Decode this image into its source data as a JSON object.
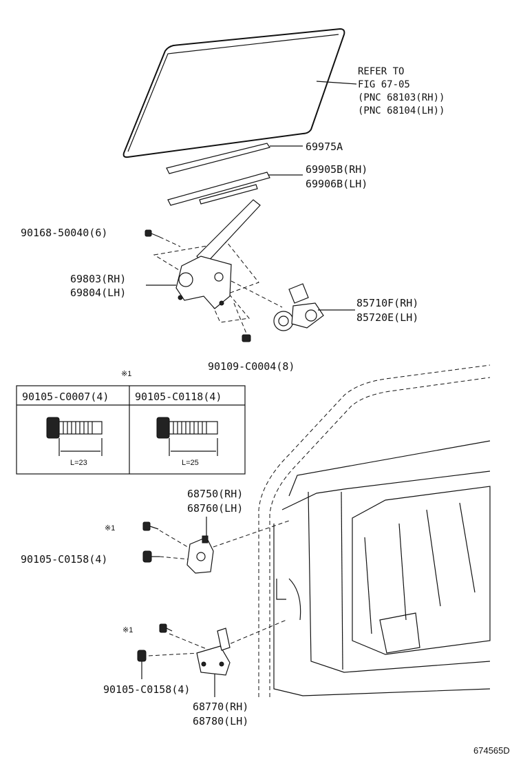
{
  "labels": {
    "glass_ref_line1": "REFER TO",
    "glass_ref_line2": "FIG 67-05",
    "glass_ref_line3": "(PNC 68103(RH))",
    "glass_ref_line4": "(PNC 68104(LH))",
    "run_a": "69975A",
    "run_b_rh": "69905B(RH)",
    "run_b_lh": "69906B(LH)",
    "bolt_top": "90168-50040(6)",
    "regulator_rh": "69803(RH)",
    "regulator_lh": "69804(LH)",
    "motor_rh": "85710F(RH)",
    "motor_lh": "85720E(LH)",
    "bolt_mid": "90109-C0004(8)",
    "note_mark": "※1",
    "upper_hinge_rh": "68750(RH)",
    "upper_hinge_lh": "68760(LH)",
    "upper_mark": "※1",
    "upper_bolt": "90105-C0158(4)",
    "lower_mark": "※1",
    "lower_bolt": "90105-C0158(4)",
    "lower_hinge_rh": "68770(RH)",
    "lower_hinge_lh": "68780(LH)",
    "figure_id": "674565D"
  },
  "table": {
    "left_header": "90105-C0007(4)",
    "right_header": "90105-C0118(4)",
    "left_length": "L=23",
    "right_length": "L=25"
  }
}
